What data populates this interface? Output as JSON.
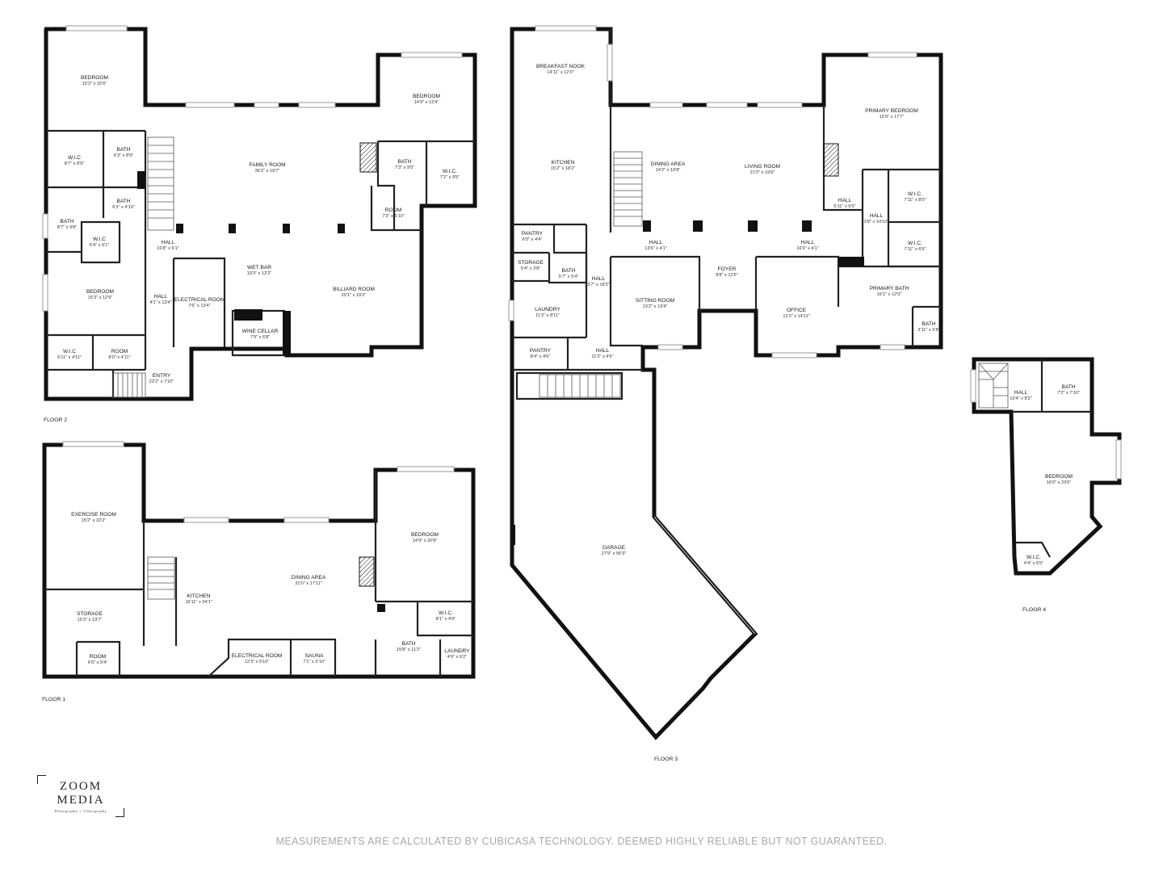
{
  "floors": {
    "floor2": {
      "label": "FLOOR 2",
      "rooms": [
        {
          "name": "BEDROOM",
          "dim": "15'2\" x 15'6\""
        },
        {
          "name": "W.I.C",
          "dim": "8'7\" x 8'9\""
        },
        {
          "name": "BATH",
          "dim": "6'3\" x 8'9\""
        },
        {
          "name": "BATH",
          "dim": "6'3\" x 4'10\""
        },
        {
          "name": "BATH",
          "dim": "8'7\" x 9'8\""
        },
        {
          "name": "W.I.C",
          "dim": "5'4\" x 6'1\""
        },
        {
          "name": "HALL",
          "dim": "16'8\" x 6'1\""
        },
        {
          "name": "FAMILY ROOM",
          "dim": "36'2\" x 19'7\""
        },
        {
          "name": "BEDROOM",
          "dim": "14'9\" x 13'4\""
        },
        {
          "name": "BATH",
          "dim": "7'3\" x 9'5\""
        },
        {
          "name": "W.I.C.",
          "dim": "7'2\" x 9'5\""
        },
        {
          "name": "ROOM",
          "dim": "7'3\" x 6'10\""
        },
        {
          "name": "WET BAR",
          "dim": "10'3\" x 12'2\""
        },
        {
          "name": "BILLIARD ROOM",
          "dim": "20'1\" x 19'2\""
        },
        {
          "name": "BEDROOM",
          "dim": "15'3\" x 12'9\""
        },
        {
          "name": "HALL",
          "dim": "4'1\" x 13'4\""
        },
        {
          "name": "ELECTRICAL ROOM",
          "dim": "7'6\" x 13'4\""
        },
        {
          "name": "WINE CELLAR",
          "dim": "7'9\" x 6'8\""
        },
        {
          "name": "W.I.C",
          "dim": "6'11\" x 4'11\""
        },
        {
          "name": "ROOM",
          "dim": "8'0\" x 4'11\""
        },
        {
          "name": "ENTRY",
          "dim": "22'2\" x 7'10\""
        }
      ]
    },
    "floor1": {
      "label": "FLOOR 1",
      "rooms": [
        {
          "name": "EXERCISE ROOM",
          "dim": "15'2\" x 22'2\""
        },
        {
          "name": "KITCHEN",
          "dim": "16'11\" x 24'1\""
        },
        {
          "name": "DINING AREA",
          "dim": "21'0\" x 17'11\""
        },
        {
          "name": "BEDROOM",
          "dim": "14'9\" x 20'8\""
        },
        {
          "name": "STORAGE",
          "dim": "15'2\" x 13'7\""
        },
        {
          "name": "ROOM",
          "dim": "6'0\" x 5'4\""
        },
        {
          "name": "ELECTRICAL ROOM",
          "dim": "12'3\" x 5'10\""
        },
        {
          "name": "SAUNA",
          "dim": "7'1\" x 5'10\""
        },
        {
          "name": "W.I.C.",
          "dim": "8'1\" x 4'9\""
        },
        {
          "name": "BATH",
          "dim": "15'8\" x 11'2\""
        },
        {
          "name": "LAUNDRY",
          "dim": "4'9\" x 6'2\""
        }
      ]
    },
    "floor3": {
      "label": "FLOOR 3",
      "rooms": [
        {
          "name": "BREAKFAST NOOK",
          "dim": "14'11\" x 12'0\""
        },
        {
          "name": "KITCHEN",
          "dim": "15'2\" x 18'2\""
        },
        {
          "name": "DINING AREA",
          "dim": "14'2\" x 19'8\""
        },
        {
          "name": "LIVING ROOM",
          "dim": "21'0\" x 19'6\""
        },
        {
          "name": "PRIMARY BEDROOM",
          "dim": "15'9\" x 17'7\""
        },
        {
          "name": "HALL",
          "dim": "5'11\" x 9'6\""
        },
        {
          "name": "W.I.C.",
          "dim": "7'11\" x 8'0\""
        },
        {
          "name": "HALL",
          "dim": "3'8\" x 14'10\""
        },
        {
          "name": "W.I.C.",
          "dim": "7'11\" x 6'6\""
        },
        {
          "name": "PANTRY",
          "dim": "6'0\" x 4'4\""
        },
        {
          "name": "STORAGE",
          "dim": "5'4\" x 3'8\""
        },
        {
          "name": "BATH",
          "dim": "5'7\" x 5'4\""
        },
        {
          "name": "HALL",
          "dim": "3'7\" x 18'3\""
        },
        {
          "name": "HALL",
          "dim": "13'6\" x 4'1\""
        },
        {
          "name": "HALL",
          "dim": "16'9\" x 4'1\""
        },
        {
          "name": "FOYER",
          "dim": "8'8\" x 12'5\""
        },
        {
          "name": "SITTING ROOM",
          "dim": "13'2\" x 13'4\""
        },
        {
          "name": "OFFICE",
          "dim": "12'3\" x 14'11\""
        },
        {
          "name": "PRIMARY BATH",
          "dim": "16'1\" x 12'0\""
        },
        {
          "name": "BATH",
          "dim": "3'11\" x 5'8\""
        },
        {
          "name": "LAUNDRY",
          "dim": "11'3\" x 8'11\""
        },
        {
          "name": "PANTRY",
          "dim": "8'4\" x 4'6\""
        },
        {
          "name": "HALL",
          "dim": "11'3\" x 4'6\""
        },
        {
          "name": "GARAGE",
          "dim": "27'9\" x 56'9\""
        }
      ]
    },
    "floor4": {
      "label": "FLOOR 4",
      "rooms": [
        {
          "name": "HALL",
          "dim": "10'4\" x 8'2\""
        },
        {
          "name": "BATH",
          "dim": "7'2\" x 7'10\""
        },
        {
          "name": "BEDROOM",
          "dim": "16'0\" x 23'6\""
        },
        {
          "name": "W.I.C.",
          "dim": "4'4\" x 6'5\""
        }
      ]
    }
  },
  "logo": {
    "line1": "ZOOM",
    "line2": "MEDIA",
    "tagline": "Photography + Videography"
  },
  "disclaimer": "MEASUREMENTS ARE CALCULATED BY CUBICASA TECHNOLOGY. DEEMED HIGHLY RELIABLE BUT NOT GUARANTEED."
}
